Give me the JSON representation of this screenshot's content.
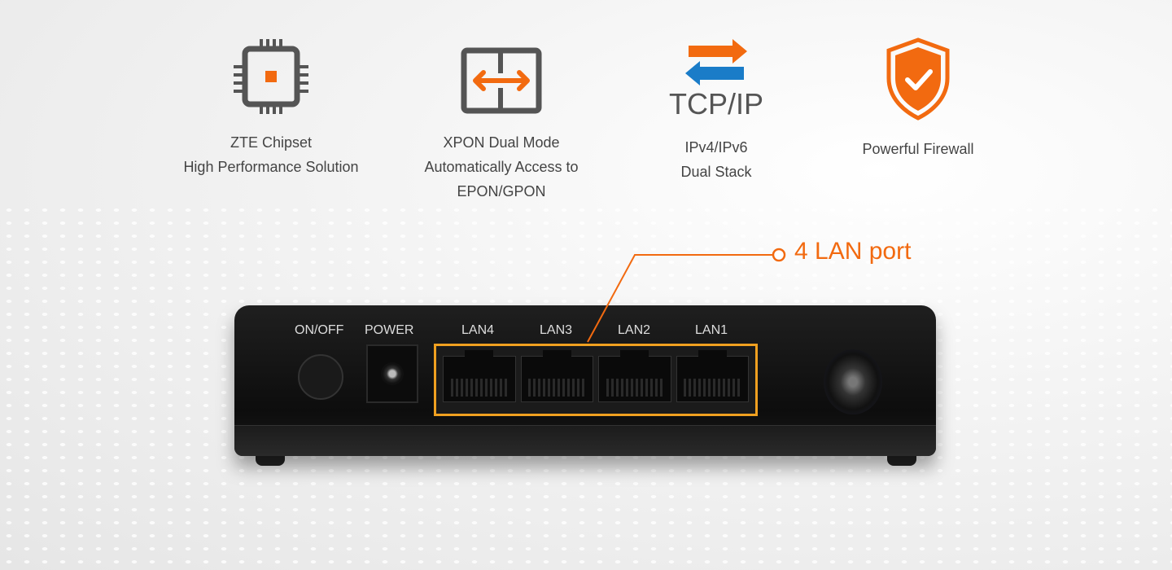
{
  "features": [
    {
      "icon": "chip-icon",
      "lines": [
        "ZTE Chipset",
        "High Performance Solution"
      ]
    },
    {
      "icon": "dual-mode-icon",
      "lines": [
        "XPON Dual Mode",
        "Automatically Access to",
        "EPON/GPON"
      ]
    },
    {
      "icon": "tcp-ip-icon",
      "icon_text": "TCP/IP",
      "lines": [
        "IPv4/IPv6",
        "Dual Stack"
      ]
    },
    {
      "icon": "shield-check-icon",
      "lines": [
        "Powerful Firewall"
      ]
    }
  ],
  "device": {
    "labels": [
      "ON/OFF",
      "POWER",
      "LAN4",
      "LAN3",
      "LAN2",
      "LAN1"
    ]
  },
  "callout": "4 LAN port",
  "colors": {
    "orange": "#f26a10",
    "blue": "#1a7cc8",
    "gray": "#555555",
    "highlight": "#f0a020"
  }
}
